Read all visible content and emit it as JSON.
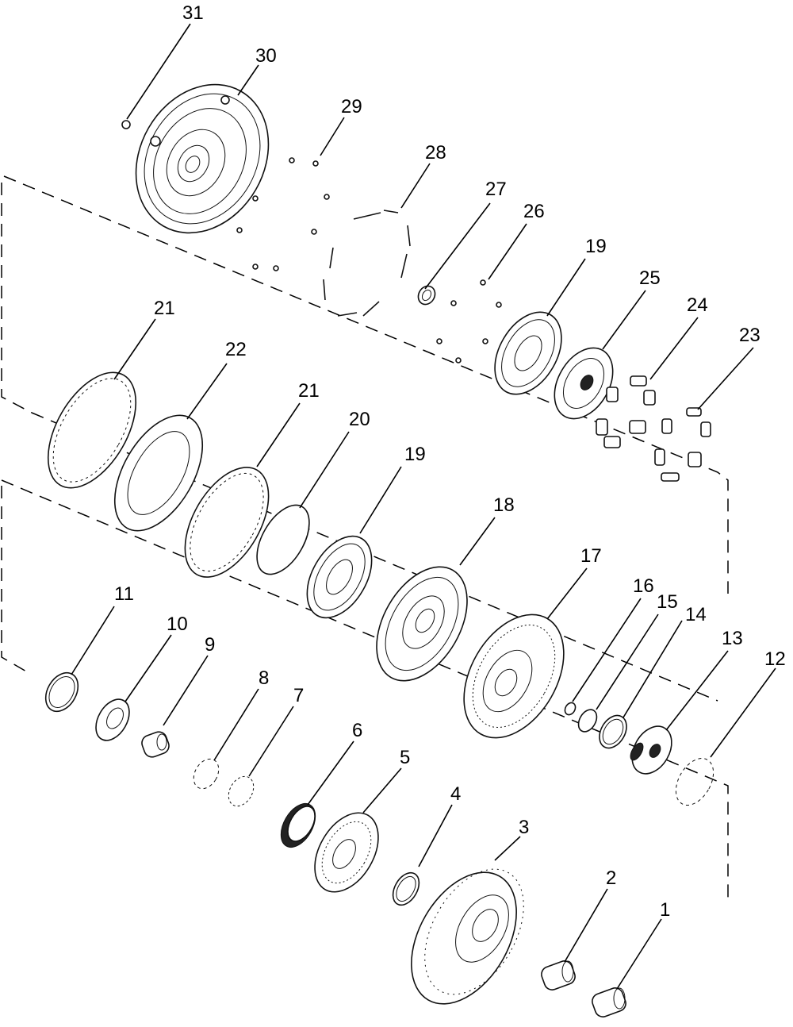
{
  "callouts": [
    "1",
    "2",
    "3",
    "4",
    "5",
    "6",
    "7",
    "8",
    "9",
    "10",
    "11",
    "12",
    "13",
    "14",
    "15",
    "16",
    "17",
    "18",
    "19",
    "19",
    "20",
    "21",
    "21",
    "22",
    "23",
    "24",
    "25",
    "26",
    "27",
    "28",
    "29",
    "30",
    "31"
  ]
}
